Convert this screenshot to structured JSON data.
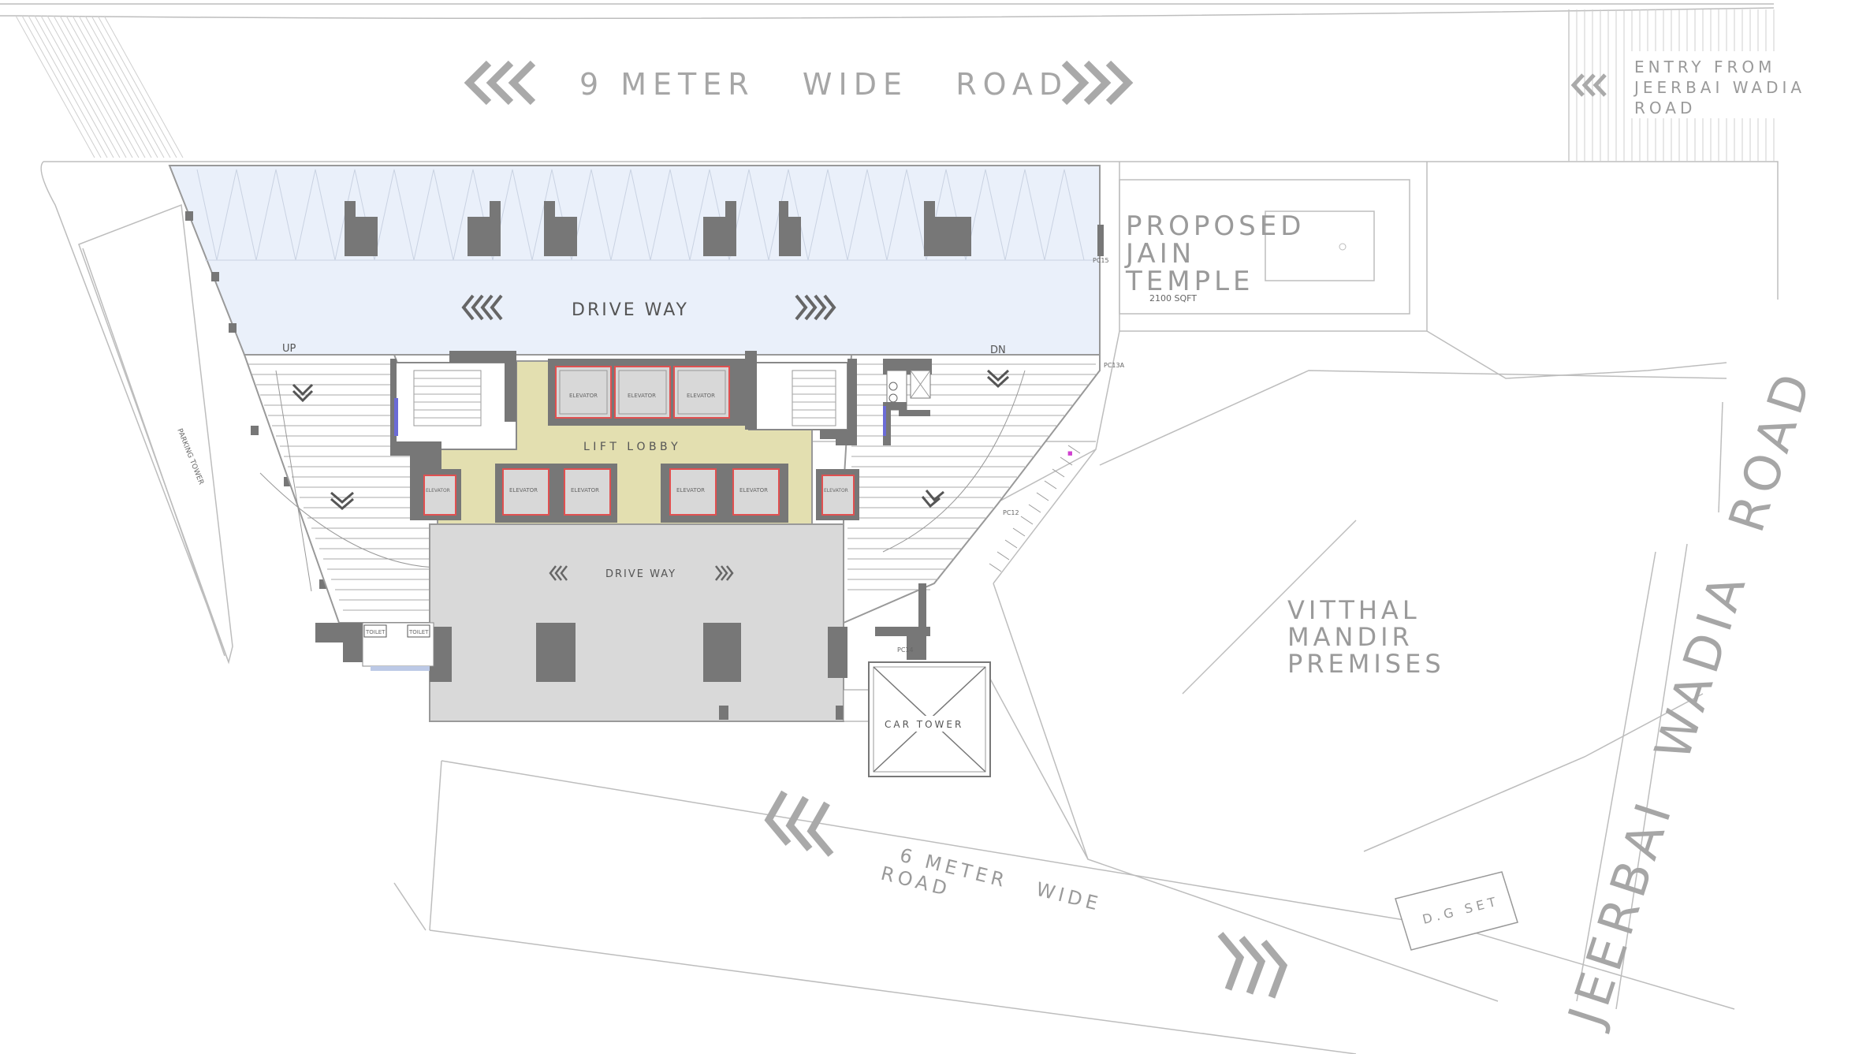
{
  "labels": {
    "road_top": "9 METER   WIDE   ROAD",
    "entry_line1": "ENTRY FROM",
    "entry_line2": "JEERBAI WADIA",
    "entry_line3": "ROAD",
    "temple_line1": "PROPOSED",
    "temple_line2": "JAIN",
    "temple_line3": "TEMPLE",
    "temple_area": "2100 SQFT",
    "driveway_top": "DRIVE WAY",
    "driveway_bottom": "DRIVE WAY",
    "lift_lobby": "L I F T   L O B B Y",
    "up": "UP",
    "dn": "DN",
    "elevator": "ELEVATOR",
    "vitthal_line1": "VITTHAL",
    "vitthal_line2": "MANDIR",
    "vitthal_line3": "PREMISES",
    "road_bottom_line1": "6 METER   WIDE",
    "road_bottom_line2": "ROAD",
    "road_right": "JEERBAI  WADIA  ROAD",
    "car_tower": "CAR TOWER",
    "dg_set": "D.G SET",
    "parking_tower": "PARKING TOWER",
    "toilet": "TOILET",
    "pc15": "PC15",
    "pc13a": "PC13A",
    "pc12": "PC12",
    "pc14": "PC14"
  },
  "colors": {
    "driveway_top": "#eaf0fa",
    "lift_lobby": "#e3dfb0",
    "driveway_bottom": "#d9d9d9",
    "core": "#7a7a7a",
    "elevator_outline": "#e05050"
  }
}
